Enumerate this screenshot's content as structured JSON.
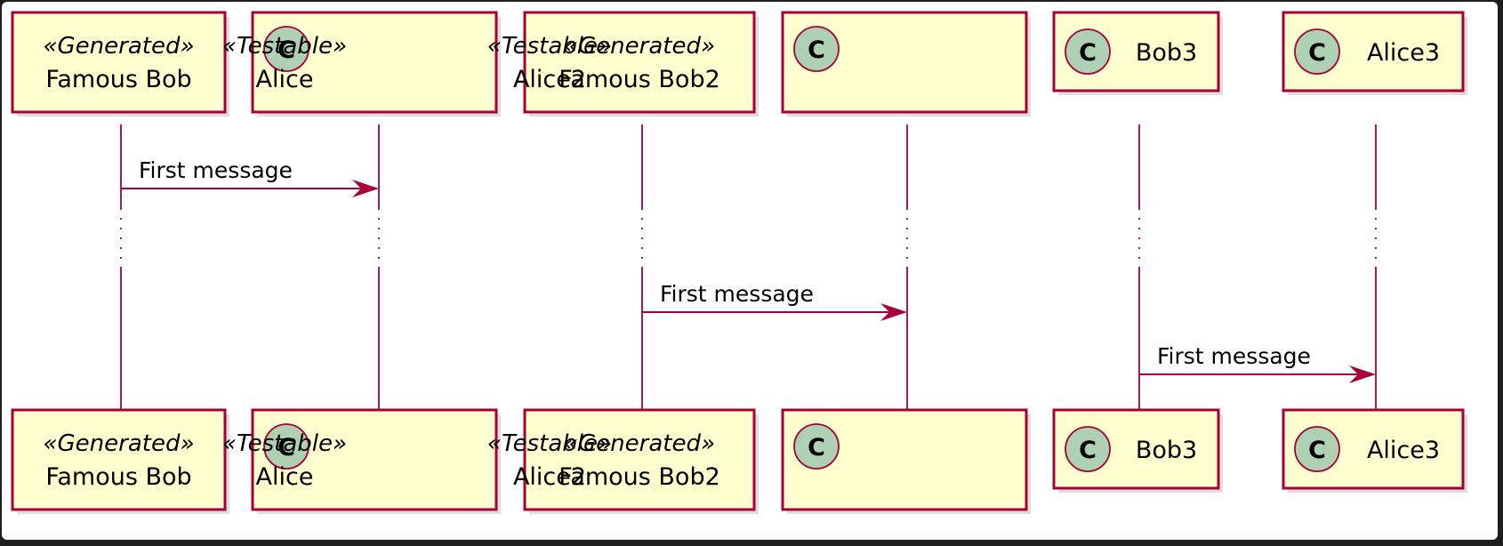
{
  "participants": [
    {
      "id": "p1",
      "name": "Famous Bob",
      "stereotype": "«Generated»",
      "icon": "",
      "icon_color": "#add1b2"
    },
    {
      "id": "p2",
      "name": "Alice",
      "stereotype": "«Testable»",
      "icon": "C",
      "icon_color": "#add1b2"
    },
    {
      "id": "p3",
      "name": "Famous Bob2",
      "stereotype": "«Generated»",
      "icon": "",
      "icon_color": "#add1b2"
    },
    {
      "id": "p4",
      "name": "Alice2",
      "stereotype": "«Testable»",
      "icon": "C",
      "icon_color": "#add1b2"
    },
    {
      "id": "p5",
      "name": "Bob3",
      "stereotype": "",
      "icon": "C",
      "icon_color": "#add1b2"
    },
    {
      "id": "p6",
      "name": "Alice3",
      "stereotype": "",
      "icon": "C",
      "icon_color": "#add1b2"
    }
  ],
  "messages": [
    {
      "from": "p1",
      "to": "p2",
      "label": "First message"
    },
    {
      "from": "p3",
      "to": "p4",
      "label": "First message"
    },
    {
      "from": "p5",
      "to": "p6",
      "label": "First message"
    }
  ],
  "delay_markers": [
    "p1",
    "p2",
    "p3",
    "p4",
    "p5",
    "p6"
  ],
  "colors": {
    "border": "#a80036",
    "fill": "#fefece",
    "icon_fill": "#add1b2"
  }
}
